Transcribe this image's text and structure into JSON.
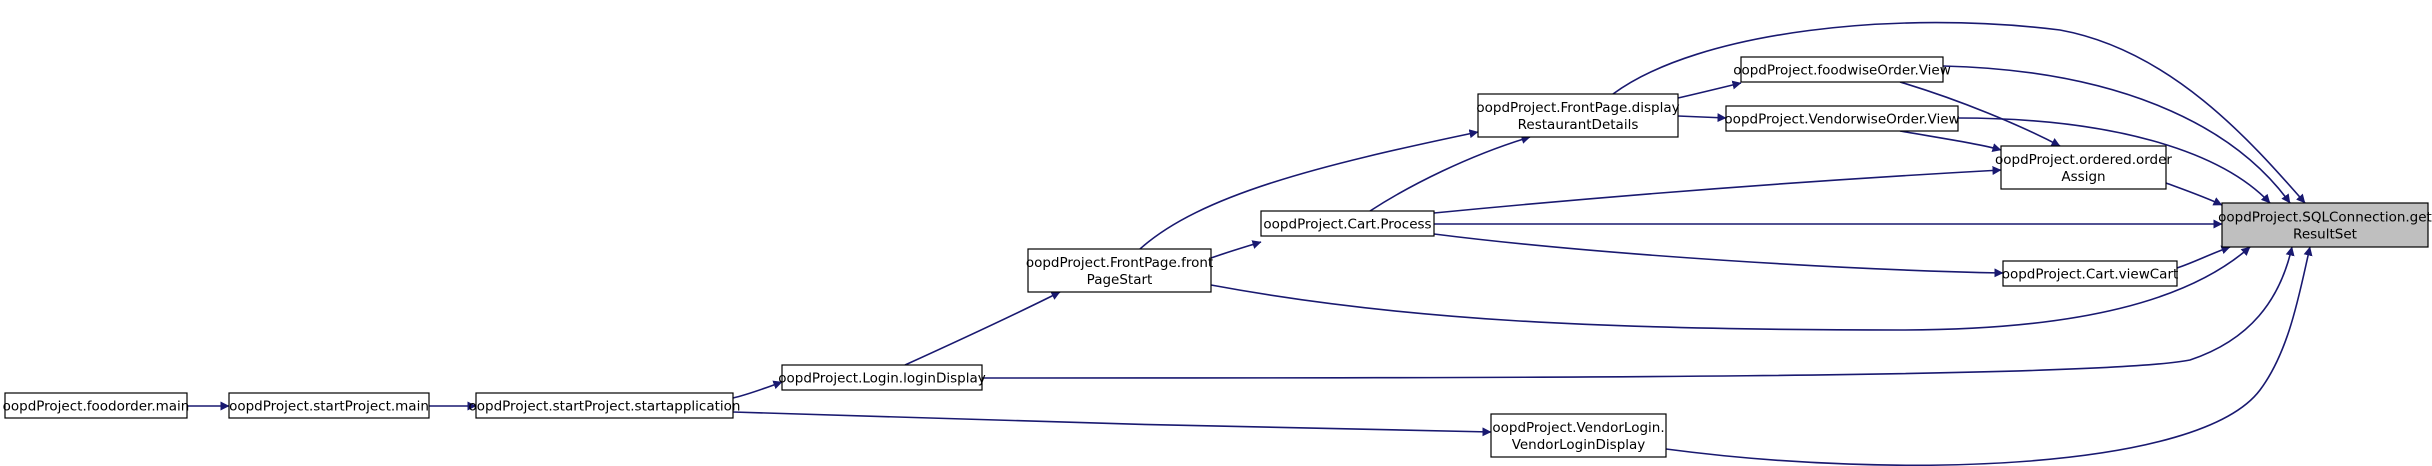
{
  "diagram": {
    "type": "call-graph",
    "colors": {
      "edge": "#191970",
      "node_fill": "#ffffff",
      "target_fill": "#bfbfbf",
      "border": "#000000"
    },
    "nodes": [
      {
        "id": "getResultSet",
        "lines": [
          "oopdProject.SQLConnection.get",
          "ResultSet"
        ],
        "highlight": true
      },
      {
        "id": "foodwiseView",
        "lines": [
          "oopdProject.foodwiseOrder.View"
        ]
      },
      {
        "id": "vendorwiseView",
        "lines": [
          "oopdProject.VendorwiseOrder.View"
        ]
      },
      {
        "id": "displayRest",
        "lines": [
          "oopdProject.FrontPage.display",
          "RestaurantDetails"
        ]
      },
      {
        "id": "orderAssign",
        "lines": [
          "oopdProject.ordered.order",
          "Assign"
        ]
      },
      {
        "id": "cartProcess",
        "lines": [
          "oopdProject.Cart.Process"
        ]
      },
      {
        "id": "frontPageStart",
        "lines": [
          "oopdProject.FrontPage.front",
          "PageStart"
        ]
      },
      {
        "id": "cartView",
        "lines": [
          "oopdProject.Cart.viewCart"
        ]
      },
      {
        "id": "loginDisplay",
        "lines": [
          "oopdProject.Login.loginDisplay"
        ]
      },
      {
        "id": "foodorderMain",
        "lines": [
          "oopdProject.foodorder.main"
        ]
      },
      {
        "id": "startProjectMain",
        "lines": [
          "oopdProject.startProject.main"
        ]
      },
      {
        "id": "startApp",
        "lines": [
          "oopdProject.startProject.startapplication"
        ]
      },
      {
        "id": "vendorLoginDisplay",
        "lines": [
          "oopdProject.VendorLogin.",
          "VendorLoginDisplay"
        ]
      }
    ],
    "edges": [
      {
        "from": "foodorderMain",
        "to": "startProjectMain"
      },
      {
        "from": "startProjectMain",
        "to": "startApp"
      },
      {
        "from": "startApp",
        "to": "loginDisplay"
      },
      {
        "from": "startApp",
        "to": "vendorLoginDisplay"
      },
      {
        "from": "loginDisplay",
        "to": "frontPageStart"
      },
      {
        "from": "loginDisplay",
        "to": "getResultSet"
      },
      {
        "from": "frontPageStart",
        "to": "cartProcess"
      },
      {
        "from": "frontPageStart",
        "to": "displayRest"
      },
      {
        "from": "frontPageStart",
        "to": "getResultSet"
      },
      {
        "from": "cartProcess",
        "to": "displayRest"
      },
      {
        "from": "cartProcess",
        "to": "orderAssign"
      },
      {
        "from": "cartProcess",
        "to": "getResultSet"
      },
      {
        "from": "cartProcess",
        "to": "cartView"
      },
      {
        "from": "displayRest",
        "to": "foodwiseView"
      },
      {
        "from": "displayRest",
        "to": "vendorwiseView"
      },
      {
        "from": "displayRest",
        "to": "getResultSet"
      },
      {
        "from": "foodwiseView",
        "to": "orderAssign"
      },
      {
        "from": "foodwiseView",
        "to": "getResultSet"
      },
      {
        "from": "vendorwiseView",
        "to": "orderAssign"
      },
      {
        "from": "vendorwiseView",
        "to": "getResultSet"
      },
      {
        "from": "orderAssign",
        "to": "getResultSet"
      },
      {
        "from": "cartView",
        "to": "getResultSet"
      },
      {
        "from": "vendorLoginDisplay",
        "to": "getResultSet"
      }
    ]
  }
}
